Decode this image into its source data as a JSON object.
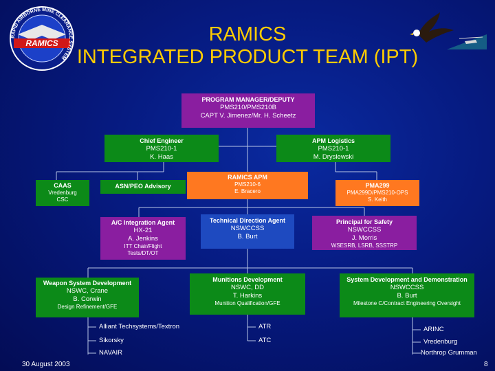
{
  "logo": {
    "ring_text": "RAPID AIRBORNE MINE CLEARANCE SYSTEM",
    "wordmark": "RAMICS"
  },
  "title": {
    "line1": "RAMICS",
    "line2": "INTEGRATED PRODUCT TEAM (IPT)"
  },
  "pm": {
    "heading": "PROGRAM MANAGER/DEPUTY",
    "line1": "PMS210/PMS210B",
    "line2": "CAPT V. Jimenez/Mr. H. Scheetz"
  },
  "chief_engineer": {
    "heading": "Chief Engineer",
    "line1": "PMS210-1",
    "line2": "K. Haas"
  },
  "apm_logistics": {
    "heading": "APM Logistics",
    "line1": "PMS210-1",
    "line2": "M. Dryslewski"
  },
  "caas": {
    "heading": "CAAS",
    "line1": "Vredenburg",
    "line2": "CSC"
  },
  "asn_advisory": {
    "heading": "ASN/PEO Advisory"
  },
  "ramics_apm": {
    "heading": "RAMICS APM",
    "line1": "PMS210-6",
    "line2": "E. Bracero"
  },
  "pma299": {
    "heading": "PMA299",
    "line1": "PMA299D/PMS210-OPS",
    "line2": "S. Keith"
  },
  "ac_integration": {
    "heading": "A/C Integration Agent",
    "line1": "HX-21",
    "line2": "A. Jenkins",
    "line3": "ITT Chair/Flight",
    "line4": "Tests/DT/OT"
  },
  "technical_direction": {
    "heading": "Technical Direction Agent",
    "line1": "NSWCCSS",
    "line2": "B. Burt"
  },
  "principal_safety": {
    "heading": "Principal for Safety",
    "line1": "NSWCCSS",
    "line2": "J. Morris",
    "line3": "WSESRB, LSRB, SSSTRP"
  },
  "weapon_system": {
    "heading": "Weapon System Development",
    "line1": "NSWC, Crane",
    "line2": "B. Corwin",
    "line3": "Design Refinement/GFE"
  },
  "munitions": {
    "heading": "Munitions Development",
    "line1": "NSWC, DD",
    "line2": "T. Harkins",
    "line3": "Munition Qualification/GFE"
  },
  "system_dev": {
    "heading": "System Development and Demonstration",
    "line1": "NSWCCSS",
    "line2": "B. Burt",
    "line3": "Milestone C/Contract Engineering Oversight"
  },
  "contractors": {
    "col1": [
      "Alliant Techsystems/Textron",
      "Sikorsky",
      "NAVAIR"
    ],
    "col2": [
      "ATR",
      "ATC"
    ],
    "col3": [
      "ARINC",
      "Vredenburg",
      "Northrop Grumman"
    ]
  },
  "footer": {
    "date": "30 August 2003",
    "page": "8"
  },
  "colors": {
    "background": "#061a80",
    "title": "#ffcc00",
    "green_box": "#0c8a18",
    "purple_box": "#8a1ea0",
    "orange_box": "#ff7820",
    "blue_box": "#1e4ac0"
  },
  "icons": {
    "logo": "ramics-seal-icon",
    "corner": "eagle-helicopter-icon"
  }
}
